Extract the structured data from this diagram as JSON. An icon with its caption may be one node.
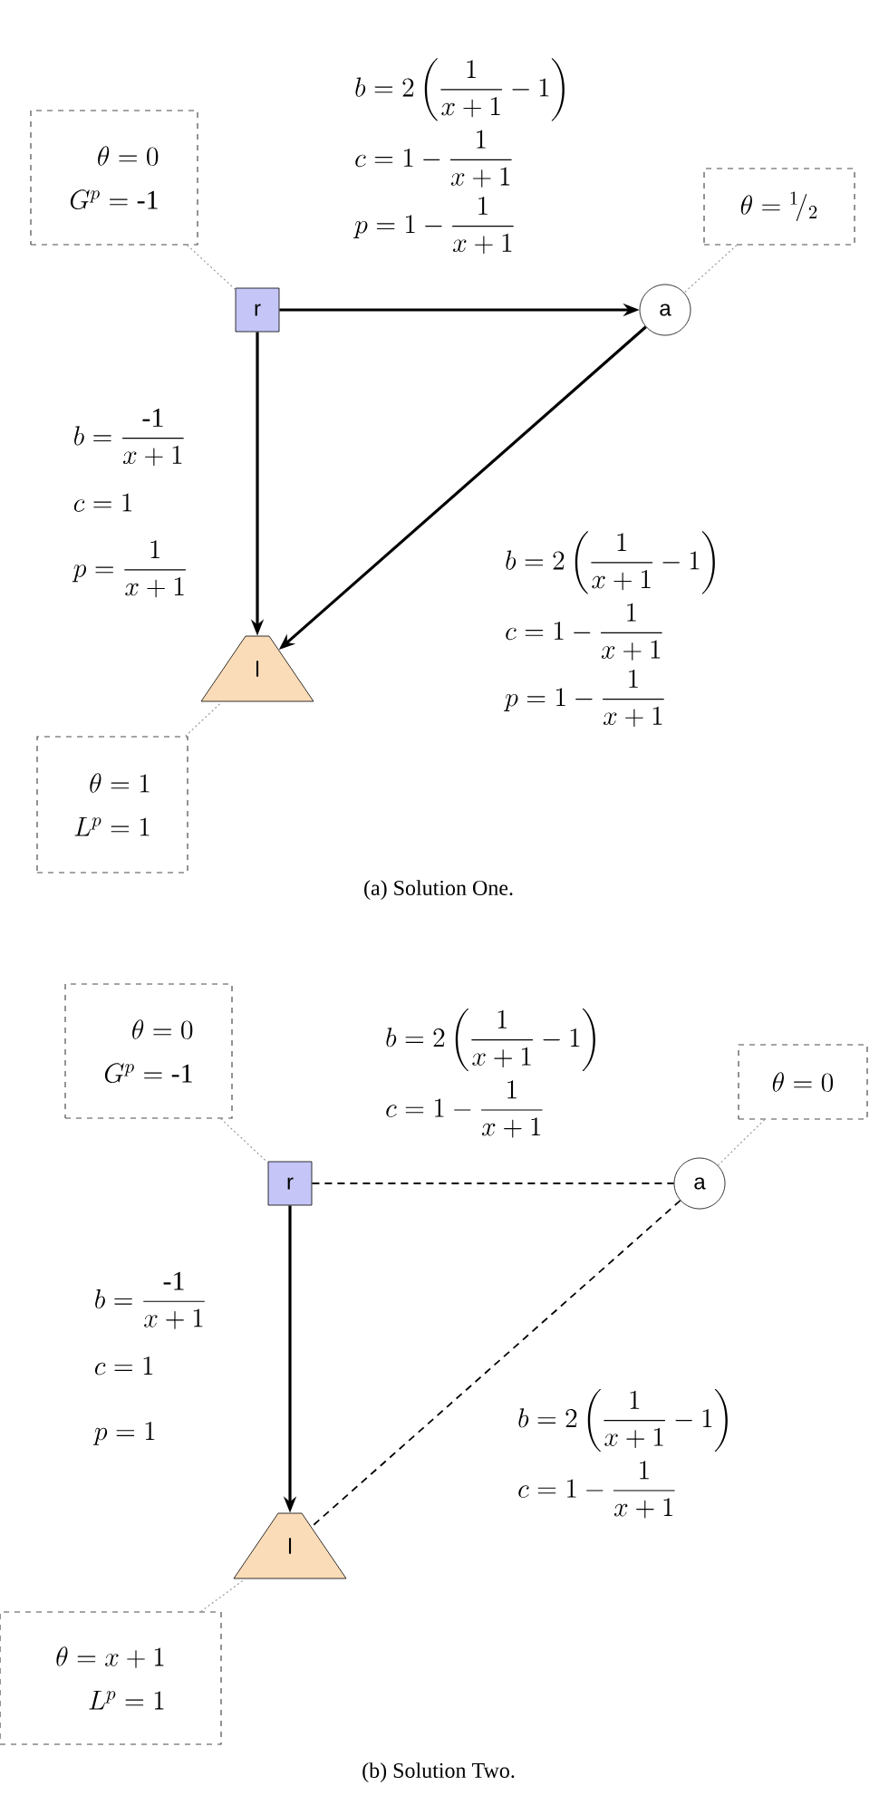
{
  "diagram": {
    "nodes": [
      {
        "text": [
          "\\theta = 0",
          "G^p = \\mbox{-1}"
        ]
      },
      {
        "text": [
          "\\theta = {}^1\\!/_2"
        ]
      },
      {
        "text": [
          "r"
        ]
      },
      {
        "text": [
          "a"
        ]
      },
      {
        "text": [
          "l"
        ]
      },
      {
        "text": [
          "\\theta = 1",
          "L^p = 1"
        ]
      },
      {
        "text": [
          "\\theta = 0",
          "G^p = \\mbox{-1}"
        ]
      },
      {
        "text": [
          "\\theta = 0"
        ]
      },
      {
        "text": [
          "r"
        ]
      },
      {
        "text": [
          "a"
        ]
      },
      {
        "text": [
          "l"
        ]
      },
      {
        "text": [
          "\\theta = x + 1",
          "L^p = 1"
        ]
      }
    ],
    "edges": [
      {
        "from": 0,
        "to": 2,
        "arrow": "none",
        "style": "dashed",
        "color": "#999999"
      },
      {
        "from": 1,
        "to": 3,
        "arrow": "none",
        "style": "dashed",
        "color": "#999999"
      },
      {
        "from": 5,
        "to": 4,
        "arrow": "none",
        "style": "dashed",
        "color": "#999999"
      },
      {
        "from": 2,
        "to": 3,
        "arrow": "to",
        "color": "#000000",
        "label": "\\begin{array}{l} b = 2\\left(\\dfrac{1}{x+1} - 1\\right) \\\\ c = 1 - \\dfrac{1}{x+1} \\\\ p = 1 - \\dfrac{1}{x+1} \\end{array}"
      },
      {
        "from": 2,
        "to": 4,
        "arrow": "to",
        "color": "#000000",
        "label": "\\begin{array}{l} b = \\dfrac{\\mbox{-1}}{x+1} \\\\ c = 1 \\\\ p = \\dfrac{1}{x+1} \\end{array}"
      },
      {
        "from": 3,
        "to": 4,
        "arrow": "to",
        "color": "#000000",
        "label": "\\begin{array}{l} b = 2\\left(\\dfrac{1}{x+1} - 1\\right) \\\\ c = 1 - \\dfrac{1}{x+1} \\\\ p = 1 - \\dfrac{1}{x+1} \\end{array}"
      },
      {
        "from": 6,
        "to": 8,
        "arrow": "none",
        "style": "dashed",
        "color": "#999999"
      },
      {
        "from": 7,
        "to": 9,
        "arrow": "none",
        "style": "dashed",
        "color": "#999999"
      },
      {
        "from": 11,
        "to": 10,
        "arrow": "none",
        "style": "dashed",
        "color": "#999999"
      },
      {
        "from": 8,
        "to": 9,
        "arrow": "none",
        "style": "dashed",
        "color": "#000000",
        "label": "\\begin{array}{l} b = 2\\left(\\dfrac{1}{x+1} - 1\\right) \\\\ c = 1 - \\dfrac{1}{x+1} \\end{array}"
      },
      {
        "from": 8,
        "to": 10,
        "arrow": "to",
        "color": "#000000",
        "label": "\\begin{array}{l} b = \\dfrac{\\mbox{-1}}{x+1} \\\\ c = 1 \\\\ p = 1 \\end{array}"
      },
      {
        "from": 9,
        "to": 10,
        "arrow": "none",
        "style": "dashed",
        "color": "#000000",
        "label": "\\begin{array}{l} b = 2\\left(\\dfrac{1}{x+1} - 1\\right) \\\\ c = 1 - \\dfrac{1}{x+1} \\end{array}"
      }
    ],
    "labels": [
      "(a) Solution One.",
      "(b) Solution Two."
    ]
  }
}
